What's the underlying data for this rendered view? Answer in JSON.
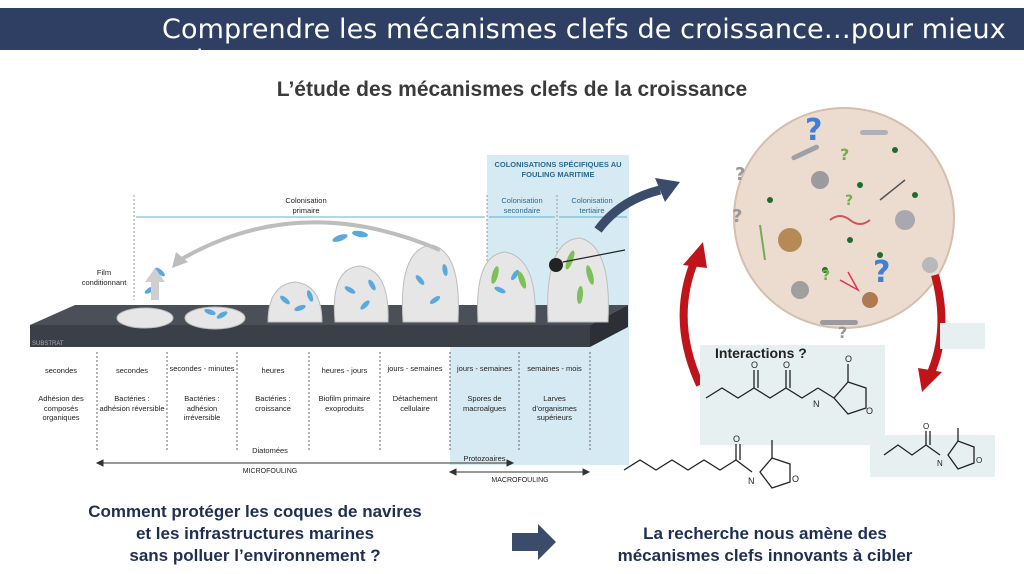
{
  "banner": {
    "title": "Comprendre les mécanismes clefs de croissance…pour mieux agir"
  },
  "subtitle": "L’étude des mécanismes clefs de la croissance",
  "diagram": {
    "film_label": "Film conditionnant",
    "substrat_label": "SUBSTRAT",
    "colonisations_header": "COLONISATIONS SPÉCIFIQUES AU FOULING MARITIME",
    "colonisation_primaire": "Colonisation primaire",
    "colonisation_secondaire": "Colonisation secondaire",
    "colonisation_tertiaire": "Colonisation tertiaire",
    "stages": [
      {
        "time": "secondes",
        "desc": "Adhésion des composés organiques"
      },
      {
        "time": "secondes",
        "desc": "Bactéries : adhésion réversible"
      },
      {
        "time": "secondes - minutes",
        "desc": "Bactéries : adhésion irréversible"
      },
      {
        "time": "heures",
        "desc": "Bactéries : croissance"
      },
      {
        "time": "heures - jours",
        "desc": "Biofilm primaire exoproduits"
      },
      {
        "time": "jours - semaines",
        "desc": "Détachement cellulaire"
      },
      {
        "time": "jours - semaines",
        "desc": "Spores de macroalgues"
      },
      {
        "time": "semaines - mois",
        "desc": "Larves d’organismes supérieurs"
      }
    ],
    "diatomees": "Diatomées",
    "protozoaires": "Protozoaires",
    "microfouling": "MICROFOULING",
    "macrofouling": "MACROFOULING"
  },
  "interactions_label": "Interactions ?",
  "question_left": [
    "Comment protéger les coques de navires",
    "et les infrastructures marines",
    "sans polluer l’environnement ?"
  ],
  "question_right": [
    "La recherche nous amène des",
    "mécanismes clefs innovants à cibler"
  ],
  "colors": {
    "banner": "#2e3f63",
    "text_navy": "#1f2f52",
    "arrow_red": "#c0141b",
    "highlight_blue": "#cfe6f1"
  }
}
